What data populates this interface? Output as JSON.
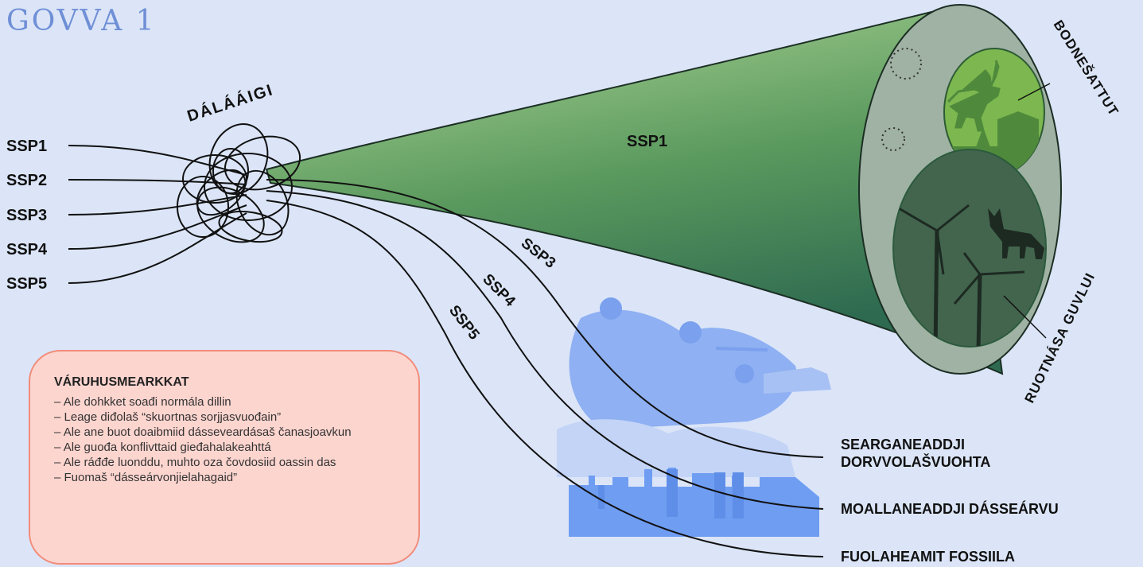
{
  "figure_title": "GOVVA 1",
  "start_label": "DÁLÁÁIGI",
  "inputs": [
    "SSP1",
    "SSP2",
    "SSP3",
    "SSP4",
    "SSP5"
  ],
  "cone_label": "SSP1",
  "branch_labels": [
    "SSP3",
    "SSP4",
    "SSP5"
  ],
  "circle_labels": {
    "top": "BODNEŠATTUT",
    "bottom": "RUOTNÁSA GUVLUI"
  },
  "outcomes": {
    "ssp3": "SEARGANEADDJI DORVVOLAŠVUOHTA",
    "ssp3_line1": "SEARGANEADDJI",
    "ssp3_line2": "DORVVOLAŠVUOHTA",
    "ssp4": "MOALLANEADDJI DÁSSEÁRVU",
    "ssp5": "FUOLAHEAMIT FOSSIILA"
  },
  "warning": {
    "title": "VÁRUHUSMEARKKAT",
    "items": [
      "Ale dohkket soađi normála dillin",
      "Leage diđolaš “skuortnas sorjjasvuođain”",
      "Ale ane buot doaibmiid dásseveardásaš čanasjoavkun",
      "Ale guođa konflivttaid gieđahalakeahttá",
      "Ale ráđđe luonddu, muhto oza čovdosiid oassin das",
      "Fuomaš “dásseárvonjielahagaid”"
    ]
  },
  "icons": [
    "reindeer-icon",
    "cabin-icon",
    "wolf-icon",
    "wind-turbine-icon",
    "soldier-silhouette",
    "tank-silhouette",
    "factory-silhouette"
  ],
  "colors": {
    "background": "#dbe5f7",
    "title": "#6f8fd6",
    "cone_light": "#b6da9c",
    "cone_dark": "#2e6a50",
    "cone_end": "#9fb2a3",
    "circle_top": "#7cb84f",
    "circle_bottom": "#43654e",
    "silhouettes": "#8fb0f2",
    "factory": "#6f9df2",
    "warning_bg": "#fdd5cf",
    "warning_border": "#f28b79"
  }
}
